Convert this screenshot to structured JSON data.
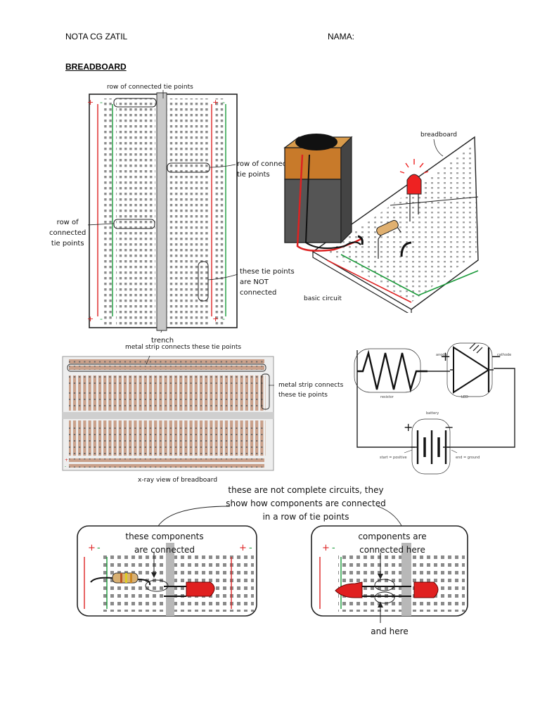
{
  "header": {
    "left": "NOTA CG ZATIL",
    "right": "NAMA:"
  },
  "title": "BREADBOARD",
  "fig1": {
    "row_top": "row of connected tie points",
    "row_right": [
      "row of connected",
      "tie points"
    ],
    "row_left": [
      "row of",
      "connected",
      "tie points"
    ],
    "not_connected": [
      "these tie points",
      "are NOT",
      "connected"
    ],
    "trench": "trench",
    "plus": "+",
    "minus": "-"
  },
  "fig2": {
    "breadboard": "breadboard",
    "basic_circuit": "basic circuit"
  },
  "fig3": {
    "metal_top": "metal strip connects these tie points",
    "metal_right": [
      "metal strip connects",
      "these tie points"
    ],
    "caption": "x-ray view of breadboard"
  },
  "fig4": {
    "anode": "anode",
    "cathode": "cathode",
    "resistor": "resistor",
    "led": "LED",
    "battery": "battery",
    "start_positive": "start = positive",
    "end_ground": "end = ground",
    "plus": "+",
    "minus": "−"
  },
  "fig5": {
    "note": [
      "these are not complete circuits, they",
      "show how components are connected",
      "in a row of tie points"
    ],
    "left_label": [
      "these components",
      "are connected"
    ],
    "right_label": [
      "components are",
      "connected here"
    ],
    "and_here": "and here"
  }
}
